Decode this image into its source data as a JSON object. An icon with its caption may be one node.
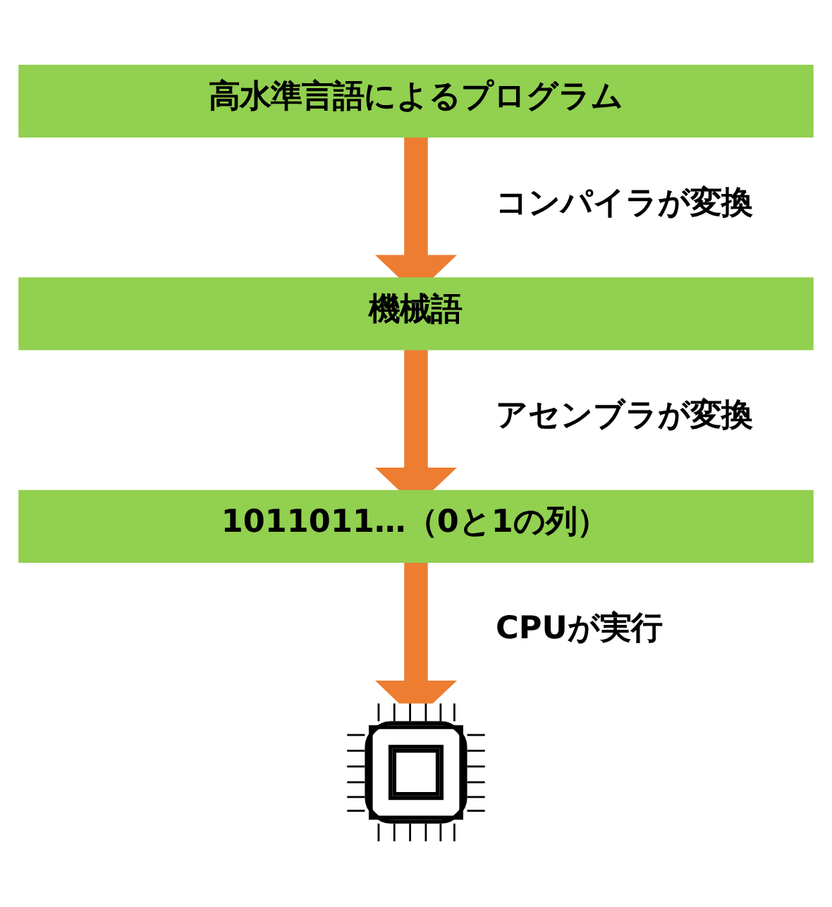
{
  "diagram": {
    "nodes": [
      {
        "text": [
          "高水準言語によるプログラム"
        ]
      },
      {
        "text": [
          "機械語"
        ]
      },
      {
        "text": [
          "1011011…（0と1の列）"
        ]
      },
      {
        "text": [],
        "shape": "picture"
      }
    ],
    "edges": [
      {
        "from": 0,
        "to": 1,
        "arrow": "to",
        "label": "コンパイラが変換"
      },
      {
        "from": 1,
        "to": 2,
        "arrow": "to",
        "label": "アセンブラが変換"
      },
      {
        "from": 2,
        "to": 3,
        "arrow": "to",
        "label": "CPUが実行"
      }
    ]
  }
}
